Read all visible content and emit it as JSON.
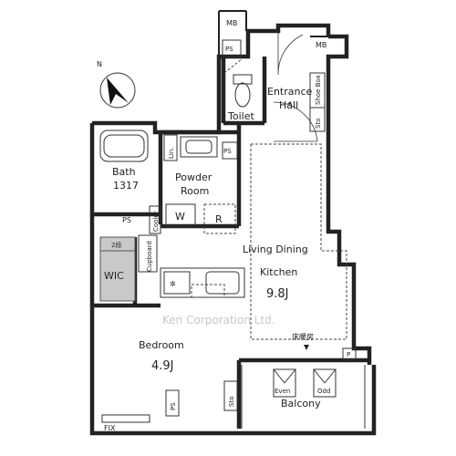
{
  "plan": {
    "rooms": {
      "bath": "Bath",
      "bath_size": "1317",
      "powder": "Powder",
      "powder2": "Room",
      "toilet": "Toilet",
      "entrance": "Entrance",
      "entrance2": "Hall",
      "ldk": "Living Dining",
      "ldk2": "Kitchen",
      "ldk_size": "9.8J",
      "bedroom": "Bedroom",
      "bedroom_size": "4.9J",
      "balcony": "Balcony",
      "wic": "WIC"
    },
    "labels": {
      "mb_top": "MB",
      "mb_right": "MB",
      "ps_toilet": "PS",
      "ps_powder": "PS",
      "ps_bath": "PS",
      "ps_balcony": "P",
      "ps_bedroom": "PS",
      "lin": "Lin.",
      "shoe_box": "Shoe Box",
      "sto_hall": "Sto",
      "sto_balcony": "Sto",
      "w": "W",
      "r": "R",
      "cooler": "Cooler",
      "cupboard": "Cupboard",
      "shelf_2": "2段",
      "floor_heating": "床暖房",
      "even": "Even",
      "odd": "Odd",
      "fix": "FIX"
    },
    "watermark": "Ken Corporation Ltd.",
    "compass": "N"
  }
}
